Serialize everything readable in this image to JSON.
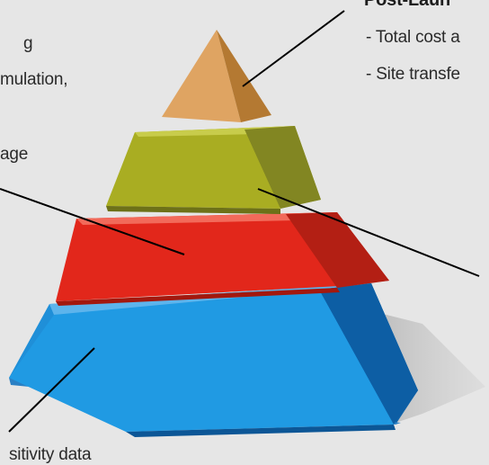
{
  "colors": {
    "background": "#e6e6e6",
    "tier_top": "#d99a52",
    "tier_second": "#a8ad22",
    "tier_third": "#e22a1c",
    "tier_base": "#1f8fd8"
  },
  "left_text": {
    "line1": "g",
    "line2": "mulation,",
    "line3": "age"
  },
  "right_text": {
    "heading": "Post-Laun",
    "line1": "- Total cost a",
    "line2": "- Site transfe"
  },
  "bottom_text": "sitivity data"
}
